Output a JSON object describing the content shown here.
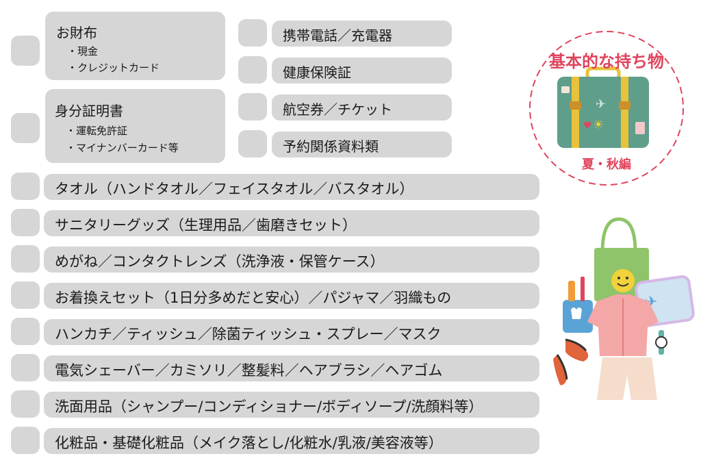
{
  "top_left": [
    {
      "title": "お財布",
      "items": [
        "・現金",
        "・クレジットカード"
      ]
    },
    {
      "title": "身分証明書",
      "items": [
        "・運転免許証",
        "・マイナンバーカード等"
      ]
    }
  ],
  "top_right": [
    "携帯電話／充電器",
    "健康保険証",
    "航空券／チケット",
    "予約関係資料類"
  ],
  "rows": [
    "タオル（ハンドタオル／フェイスタオル／バスタオル）",
    "サニタリーグッズ（生理用品／歯磨きセット）",
    "めがね／コンタクトレンズ（洗浄液・保管ケース）",
    "お着換えセット（1日分多めだと安心）／パジャマ／羽織もの",
    "ハンカチ／ティッシュ／除菌ティッシュ・スプレー／マスク",
    "電気シェーバー／カミソリ／整髪料／ヘアブラシ／ヘアゴム",
    "洗面用品（シャンプー/コンディショナー/ボディソープ/洗顔料等）",
    "化粧品・基礎化粧品（メイク落とし/化粧水/乳液/美容液等）"
  ],
  "badge": {
    "title": "基本的な持ち物",
    "subtitle": "夏・秋編"
  },
  "colors": {
    "box": "#d6d6d6",
    "badge_text": "#e0445c",
    "suitcase": "#5f9e8a",
    "strap": "#e8c23a"
  }
}
